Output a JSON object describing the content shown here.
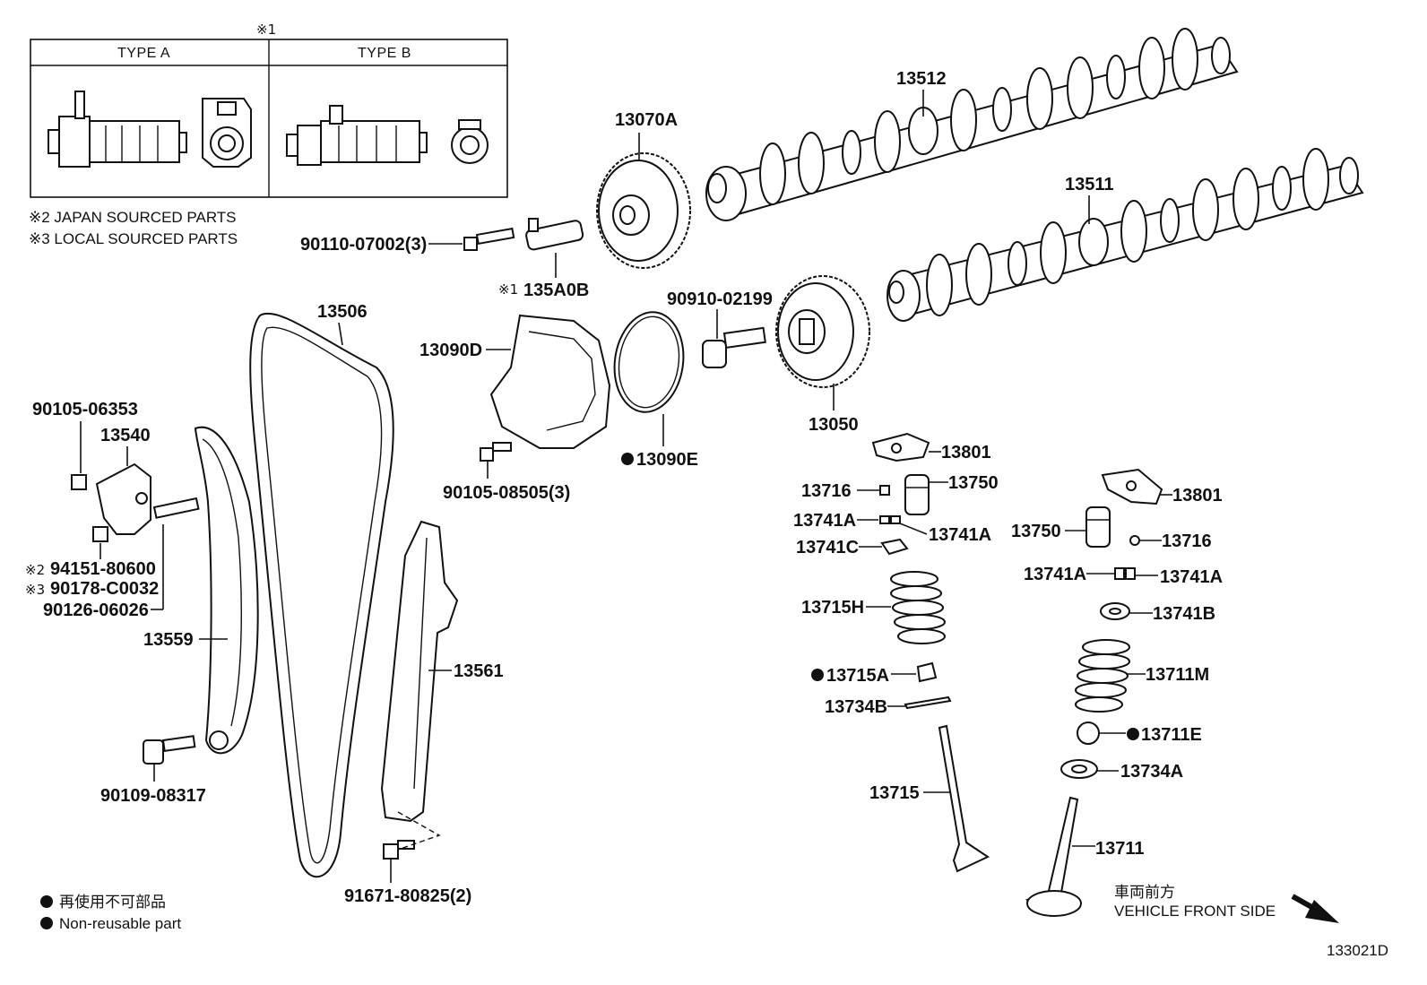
{
  "inset": {
    "ref_mark": "※1",
    "type_a": "TYPE A",
    "type_b": "TYPE B"
  },
  "notes": {
    "japan": "※2 JAPAN SOURCED PARTS",
    "local": "※3 LOCAL SOURCED PARTS"
  },
  "parts": {
    "p13512": "13512",
    "p13511": "13511",
    "p13070A": "13070A",
    "p9011007002": "90110-07002(3)",
    "p135A0B": "135A0B",
    "p135A0B_mark": "※1",
    "p9091002199": "90910-02199",
    "p13506": "13506",
    "p13090D": "13090D",
    "p13090E": "13090E",
    "p13050": "13050",
    "p9010506353": "90105-06353",
    "p13540": "13540",
    "p9010508505": "90105-08505(3)",
    "p9415180600": "94151-80600",
    "p9415180600_mark": "※2",
    "p90178C0032": "90178-C0032",
    "p90178C0032_mark": "※3",
    "p9012606026": "90126-06026",
    "p13559": "13559",
    "p13561": "13561",
    "p9010908317": "90109-08317",
    "p9167180825": "91671-80825(2)",
    "p13801a": "13801",
    "p13716a": "13716",
    "p13750a": "13750",
    "p13741Aa": "13741A",
    "p13741Ab": "13741A",
    "p13741C": "13741C",
    "p13715H": "13715H",
    "p13715A": "13715A",
    "p13734B": "13734B",
    "p13715": "13715",
    "p13801b": "13801",
    "p13750b": "13750",
    "p13716b": "13716",
    "p13741Ac": "13741A",
    "p13741Ad": "13741A",
    "p13741B": "13741B",
    "p13711M": "13711M",
    "p13711E": "13711E",
    "p13734A": "13734A",
    "p13711": "13711"
  },
  "legend": {
    "jp": "再使用不可部品",
    "en": "Non-reusable part"
  },
  "direction": {
    "jp": "車両前方",
    "en": "VEHICLE FRONT SIDE"
  },
  "figure_id": "133021D"
}
